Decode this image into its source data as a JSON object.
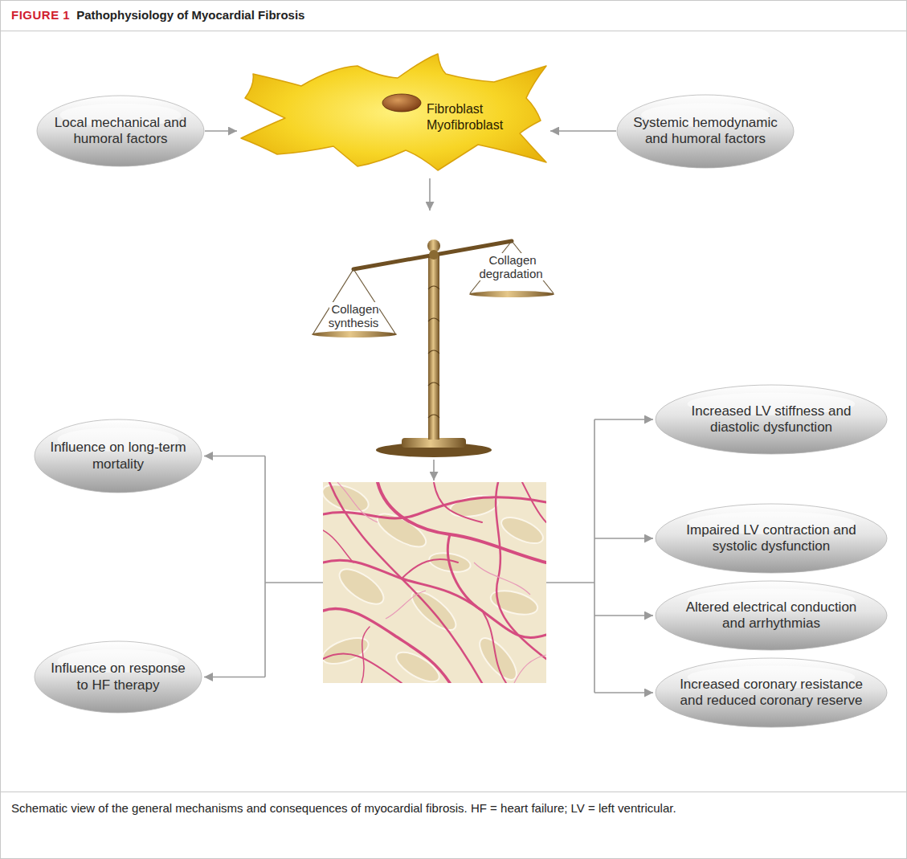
{
  "diagram": {
    "title": "Pathophysiology of Myocardial Fibrosis",
    "caption": "Schematic view of the general mechanisms and consequences of myocardial fibrosis. HF = heart failure; LV = left ventricular.",
    "nodes": [
      {
        "text": [
          "Local mechanical and humoral factors"
        ]
      },
      {
        "text": [
          "Fibroblast Myofibroblast"
        ]
      },
      {
        "text": [
          "Systemic hemodynamic and humoral factors"
        ]
      },
      {
        "text": [
          "Collagen synthesis",
          "Collagen degradation"
        ]
      },
      {
        "text": [
          "Increased LV stiffness and diastolic dysfunction"
        ]
      },
      {
        "text": [
          "Influence on long-term mortality"
        ]
      },
      {
        "text": [
          "Impaired LV contraction and systolic dysfunction"
        ]
      },
      {
        "text": [
          "Altered electrical conduction and arrhythmias"
        ]
      },
      {
        "text": [
          "Influence on response to HF therapy"
        ]
      },
      {
        "text": [
          "Increased coronary resistance and reduced coronary reserve"
        ]
      }
    ],
    "edges": [
      {
        "from": 0,
        "to": 1,
        "arrow": "to"
      },
      {
        "from": 2,
        "to": 1,
        "arrow": "to"
      },
      {
        "from": 1,
        "to": 3,
        "arrow": "to"
      }
    ],
    "labels": [
      "FIGURE 1"
    ]
  }
}
